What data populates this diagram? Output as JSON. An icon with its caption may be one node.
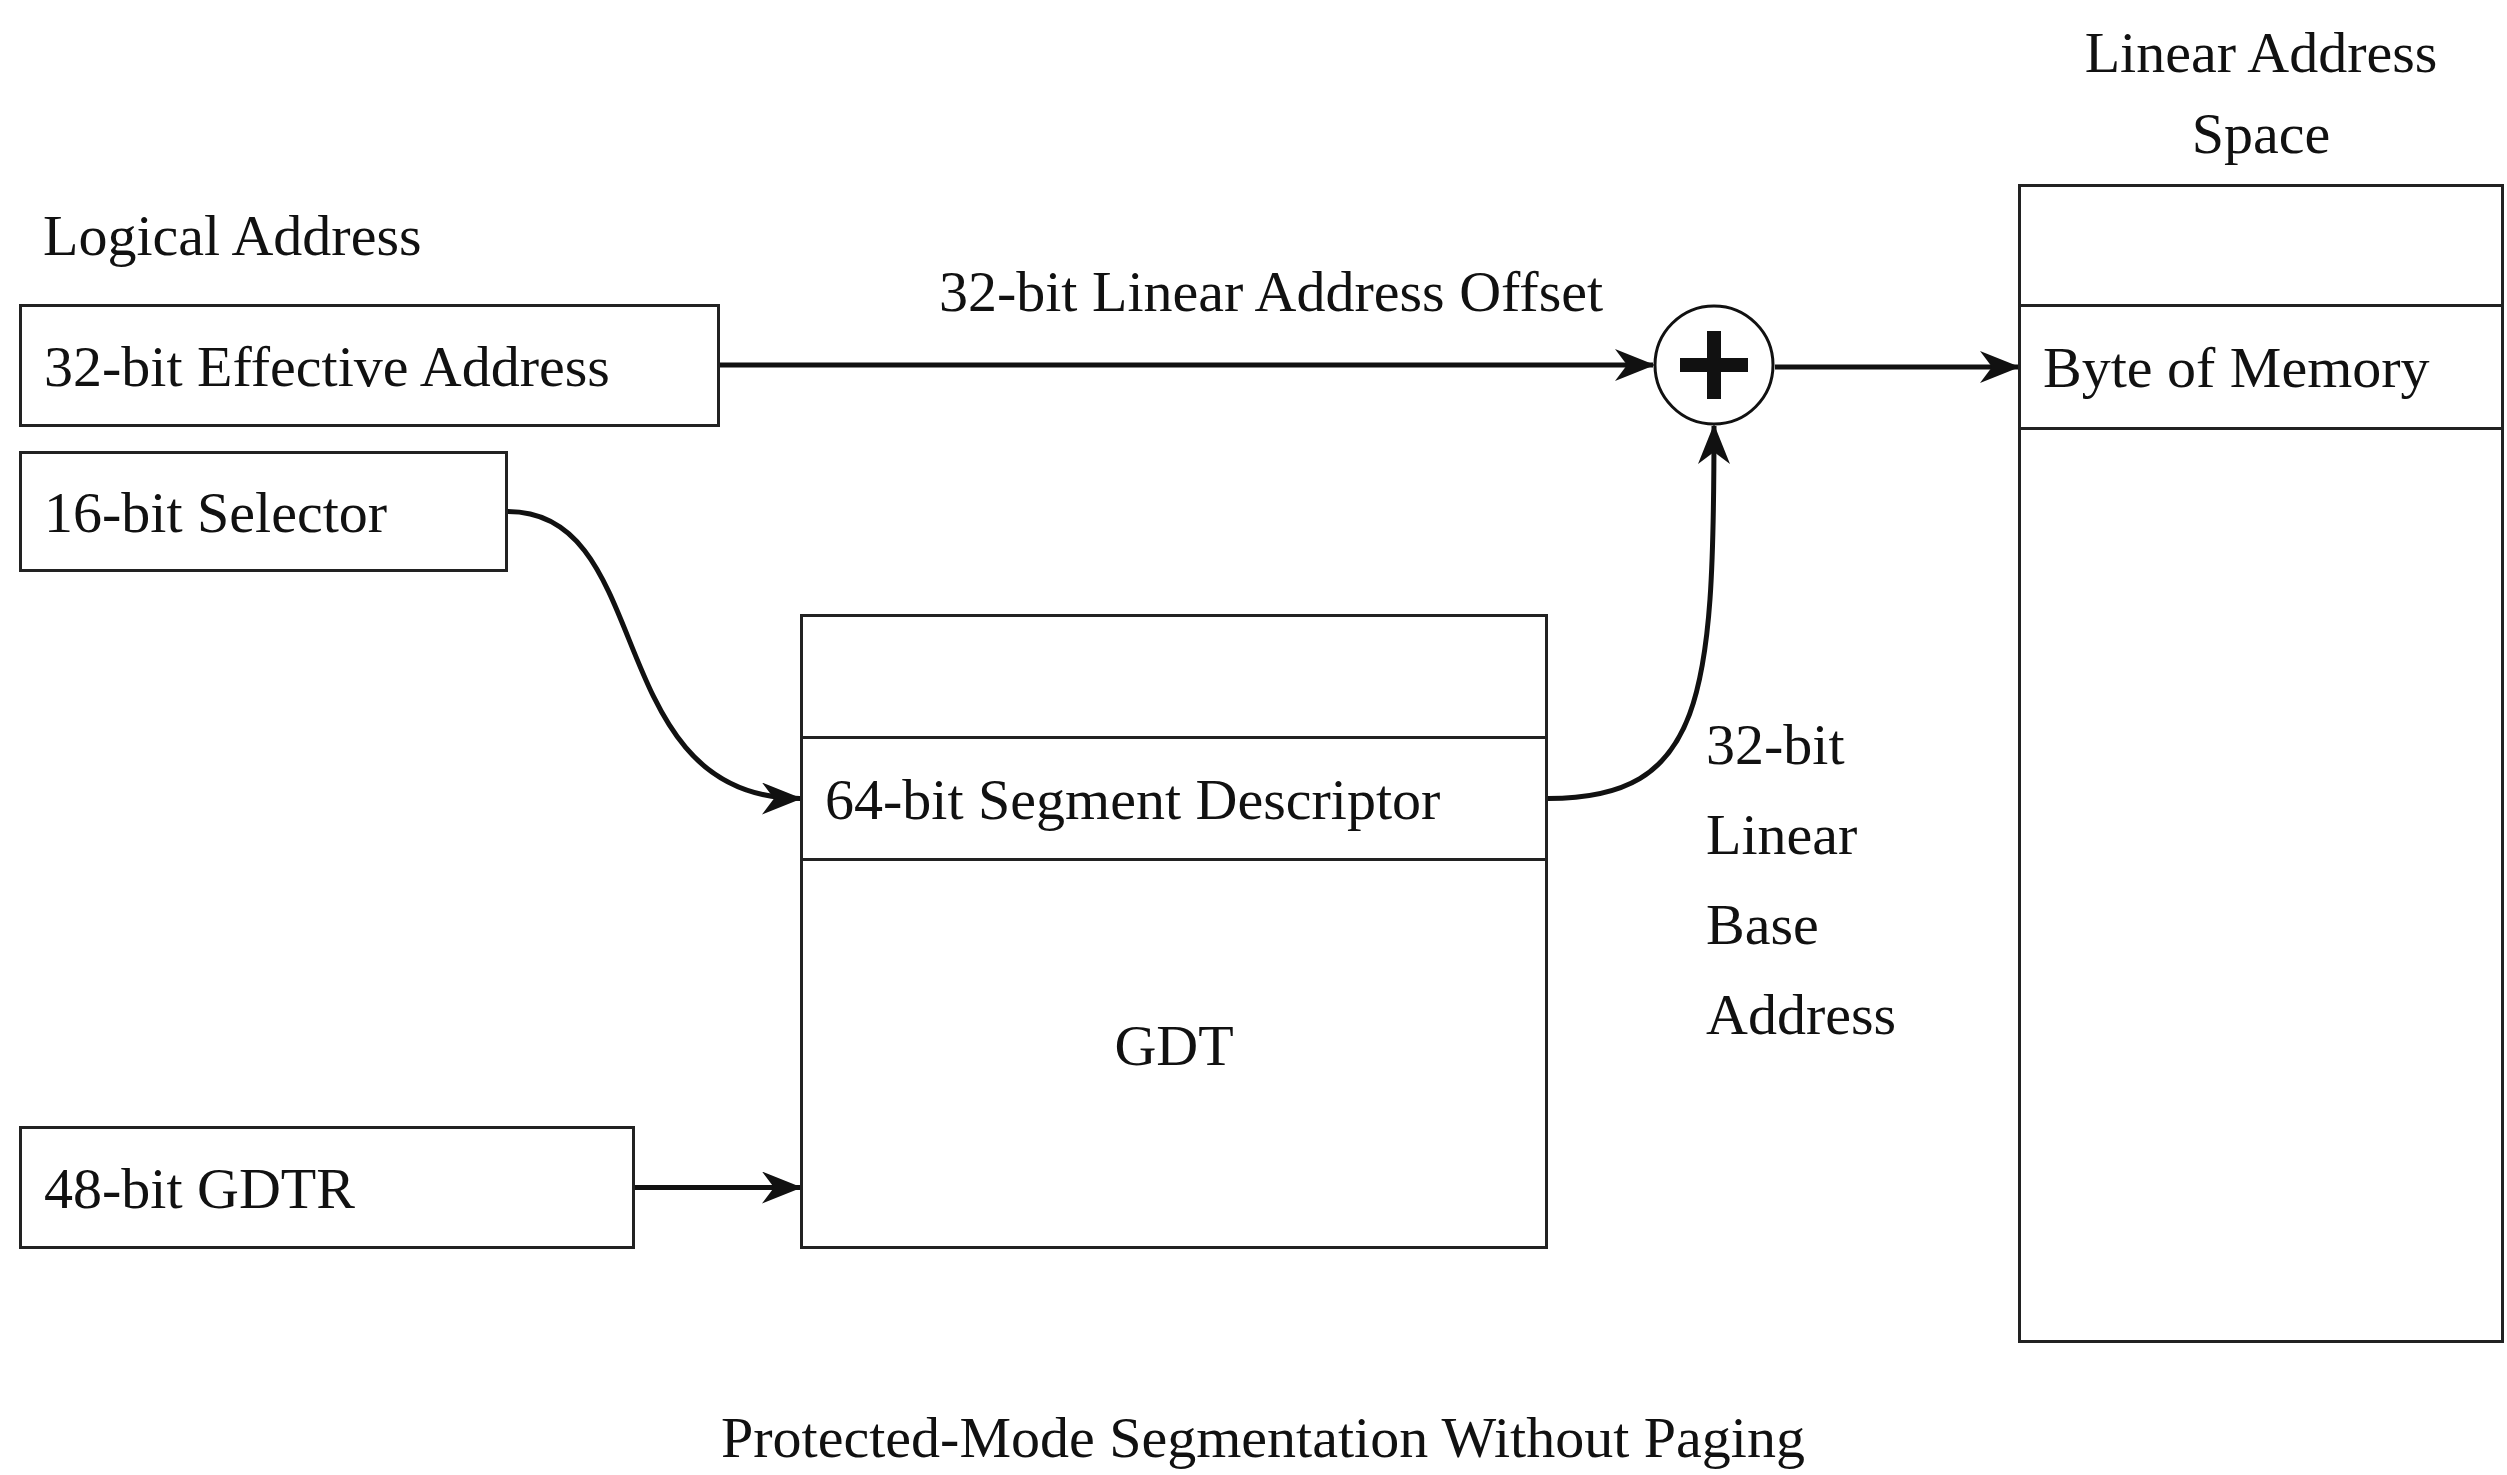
{
  "diagram": {
    "caption": "Protected-Mode Segmentation Without Paging",
    "nodes": [
      {
        "text": [
          "32-bit Effective Address"
        ]
      },
      {
        "text": [
          "16-bit Selector"
        ]
      },
      {
        "text": [
          "GDT"
        ]
      },
      {
        "text": [
          "64-bit Segment Descriptor"
        ],
        "in": 2
      },
      {
        "text": [],
        "shape": "circle"
      },
      {
        "text": [
          "48-bit GDTR"
        ]
      },
      {
        "text": [
          "Linear Address Space"
        ]
      },
      {
        "text": [
          "Byte of Memory"
        ],
        "in": 6
      }
    ],
    "edges": [
      {
        "from": 0,
        "to": 4,
        "arrow": "to",
        "label": "32-bit Linear Address Offset"
      },
      {
        "from": 1,
        "to": 3,
        "arrow": "to"
      },
      {
        "from": 5,
        "to": 2,
        "arrow": "to"
      },
      {
        "from": 3,
        "to": 4,
        "arrow": "to",
        "label": "32-bit Linear Base Address"
      },
      {
        "from": 4,
        "to": 7,
        "arrow": "to"
      }
    ],
    "labels": [
      "Logical Address"
    ]
  }
}
